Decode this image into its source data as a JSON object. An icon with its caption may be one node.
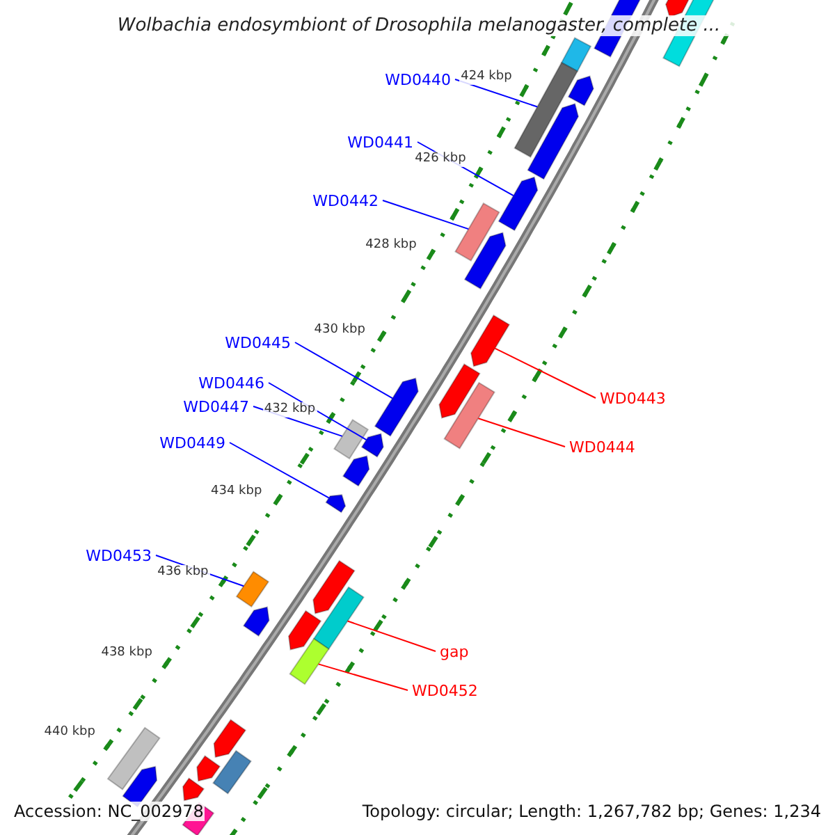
{
  "diagram": {
    "title": "Wolbachia endosymbiont of Drosophila melanogaster, complete ...",
    "nodes": [
      {
        "text": [
          "WD0440"
        ]
      },
      {
        "text": [],
        "shape": "bar"
      },
      {
        "text": [
          "WD0441"
        ]
      },
      {
        "text": [],
        "shape": "bar"
      },
      {
        "text": [
          "WD0442"
        ]
      },
      {
        "text": [],
        "shape": "bar"
      },
      {
        "text": [
          "WD0445"
        ]
      },
      {
        "text": [],
        "shape": "bar"
      },
      {
        "text": [
          "WD0446"
        ]
      },
      {
        "text": [],
        "shape": "bar"
      },
      {
        "text": [
          "WD0447"
        ]
      },
      {
        "text": [],
        "shape": "bar"
      },
      {
        "text": [
          "WD0449"
        ]
      },
      {
        "text": [],
        "shape": "bar"
      },
      {
        "text": [
          "WD0453"
        ]
      },
      {
        "text": [],
        "shape": "bar"
      },
      {
        "text": [
          "WD0443"
        ]
      },
      {
        "text": [],
        "shape": "bar"
      },
      {
        "text": [
          "WD0444"
        ]
      },
      {
        "text": [],
        "shape": "bar"
      },
      {
        "text": [
          "gap"
        ]
      },
      {
        "text": [],
        "shape": "bar"
      },
      {
        "text": [
          "WD0452"
        ]
      },
      {
        "text": [],
        "shape": "bar"
      }
    ],
    "edges": [
      {
        "from": 0,
        "to": 1,
        "arrow": "none"
      },
      {
        "from": 2,
        "to": 3,
        "arrow": "none"
      },
      {
        "from": 4,
        "to": 5,
        "arrow": "none"
      },
      {
        "from": 6,
        "to": 7,
        "arrow": "none"
      },
      {
        "from": 8,
        "to": 9,
        "arrow": "none"
      },
      {
        "from": 10,
        "to": 11,
        "arrow": "none"
      },
      {
        "from": 12,
        "to": 13,
        "arrow": "none"
      },
      {
        "from": 14,
        "to": 15,
        "arrow": "none"
      },
      {
        "from": 16,
        "to": 17,
        "arrow": "none",
        "color": "#ff0000"
      },
      {
        "from": 18,
        "to": 19,
        "arrow": "none",
        "color": "#ff0000"
      },
      {
        "from": 20,
        "to": 21,
        "arrow": "none",
        "color": "#ff0000"
      },
      {
        "from": 22,
        "to": 23,
        "arrow": "none",
        "color": "#ff0000"
      }
    ],
    "labels": [
      "424 kbp",
      "426 kbp",
      "428 kbp",
      "430 kbp",
      "432 kbp",
      "434 kbp",
      "436 kbp",
      "438 kbp",
      "440 kbp",
      "Accession: NC_002978",
      "Topology: circular; Length: 1,267,782 bp; Genes: 1,234"
    ]
  }
}
